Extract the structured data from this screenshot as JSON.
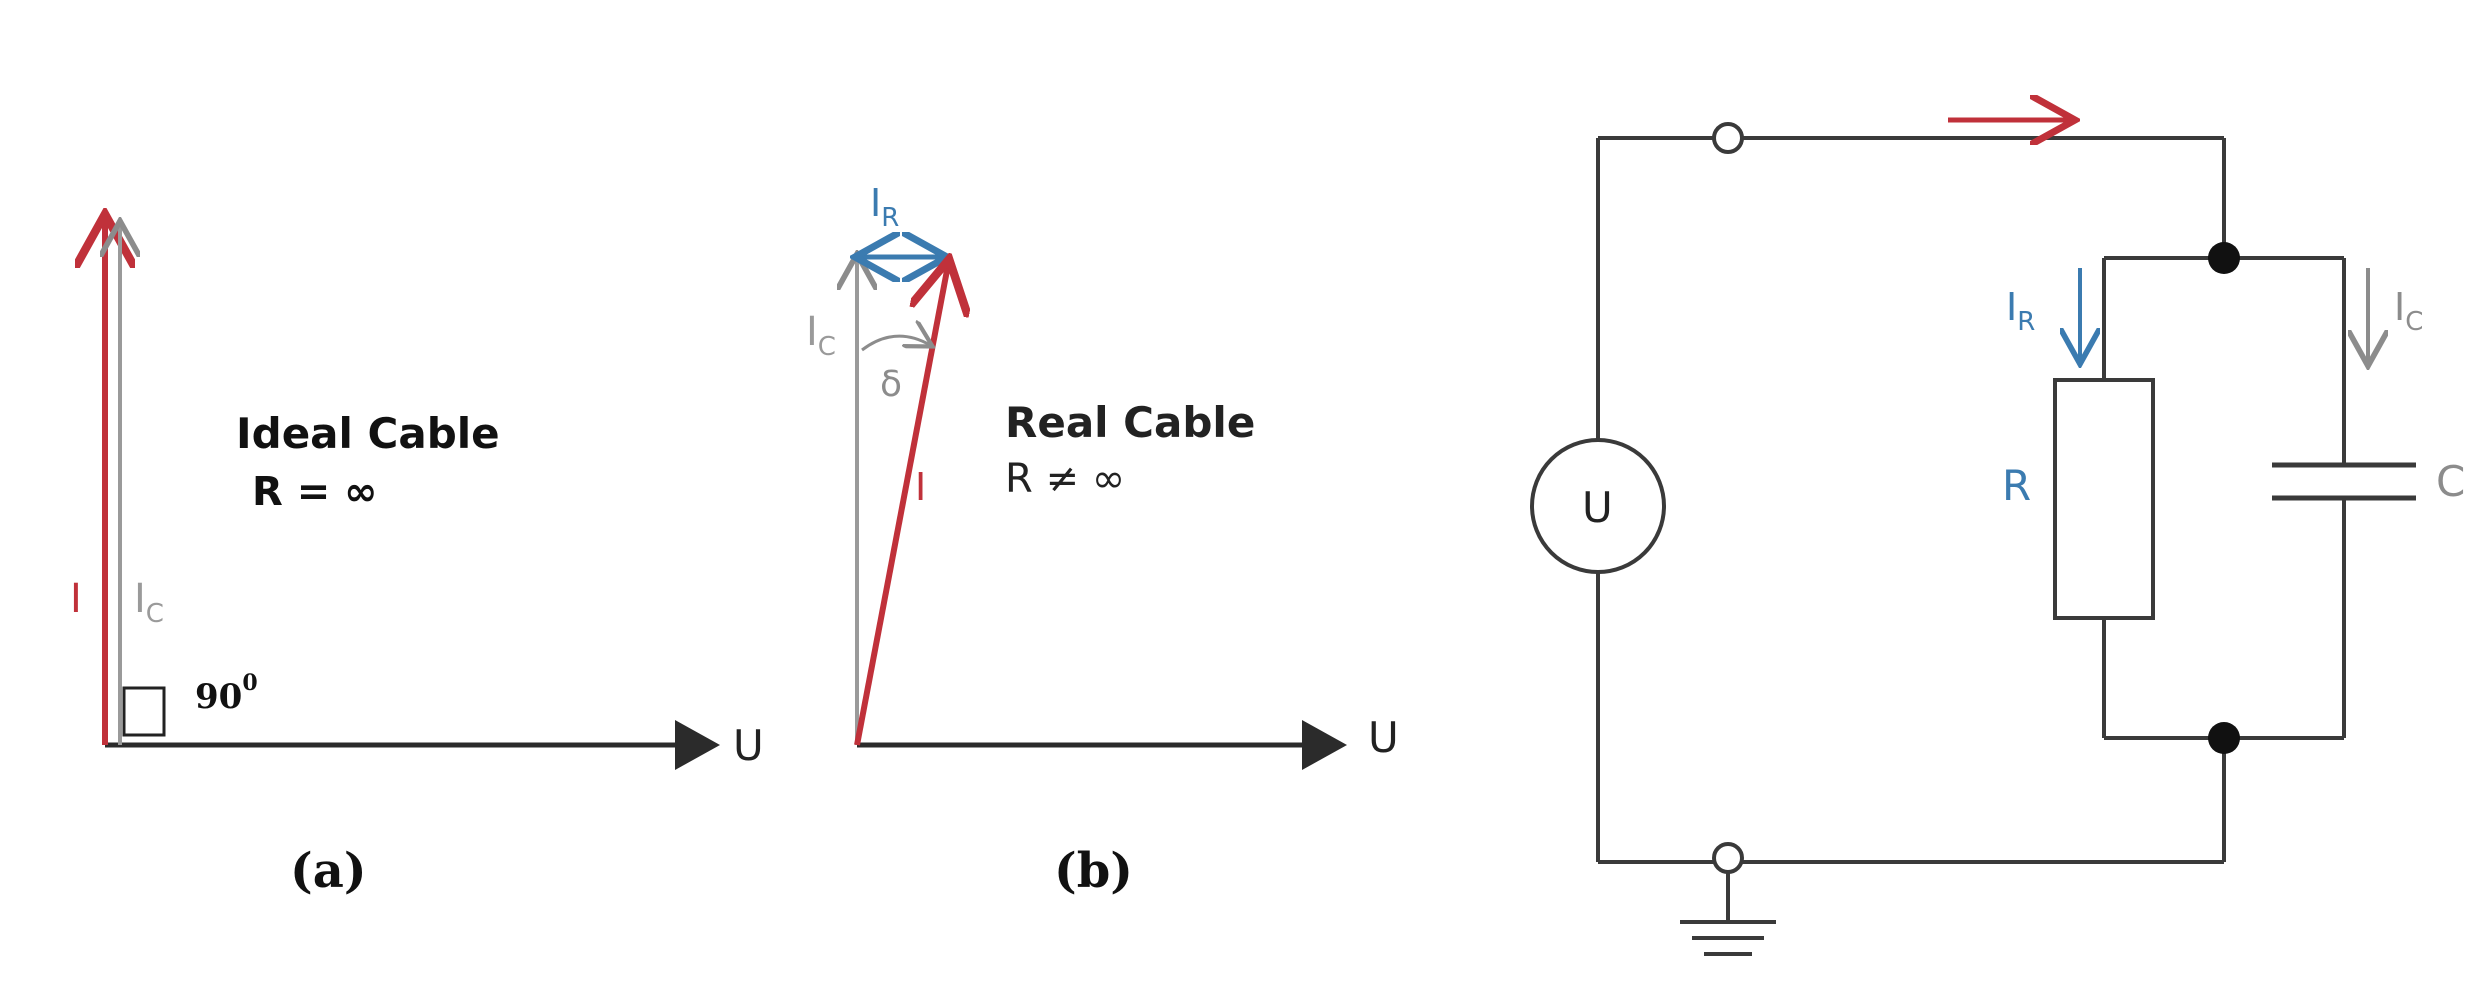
{
  "colors": {
    "current_red": "#c0313a",
    "resistive_blue": "#3b7bb0",
    "capacitive_grey": "#8c8c8c",
    "wire": "#3a3a3a",
    "text": "#111111"
  },
  "diagram_a": {
    "vector_i_label": "I",
    "vector_ic_label": "I",
    "vector_ic_sub": "C",
    "angle_value": "90",
    "angle_sup": "0",
    "u_axis_label": "U",
    "title": "Ideal Cable",
    "condition": "R = ∞",
    "caption": "(a)"
  },
  "diagram_b": {
    "vector_ir_label": "I",
    "vector_ir_sub": "R",
    "vector_ic_label": "I",
    "vector_ic_sub": "C",
    "delta_label": "δ",
    "vector_i_label": "I",
    "u_axis_label": "U",
    "title": "Real Cable",
    "condition": "R ≠ ∞",
    "caption": "(b)"
  },
  "circuit": {
    "source_label": "U",
    "branch_r_current": "I",
    "branch_r_current_sub": "R",
    "branch_c_current": "I",
    "branch_c_current_sub": "C",
    "resistor_label": "R",
    "capacitor_label": "C"
  }
}
